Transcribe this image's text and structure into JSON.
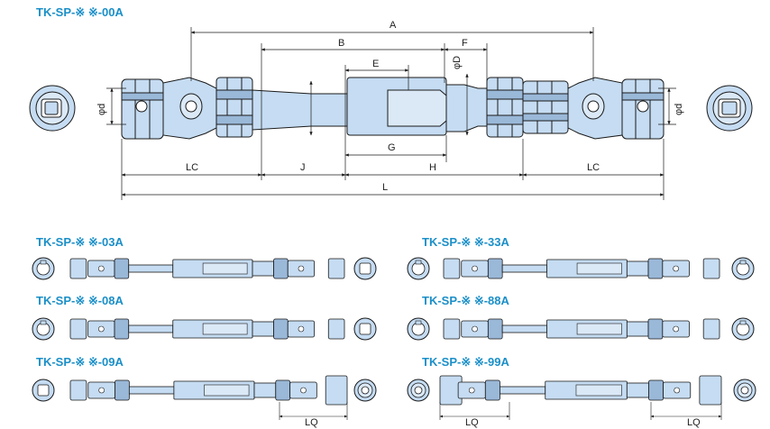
{
  "main": {
    "title": "TK-SP-※ ※-00A",
    "dims": {
      "A": "A",
      "B": "B",
      "E": "E",
      "F": "F",
      "phiD": "φD",
      "phid": "φd",
      "G": "G",
      "H": "H",
      "J": "J",
      "LC": "LC",
      "L": "L"
    }
  },
  "variants": [
    {
      "title": "TK-SP-※ ※-03A"
    },
    {
      "title": "TK-SP-※ ※-33A"
    },
    {
      "title": "TK-SP-※ ※-08A"
    },
    {
      "title": "TK-SP-※ ※-88A"
    },
    {
      "title": "TK-SP-※ ※-09A",
      "lq": "LQ"
    },
    {
      "title": "TK-SP-※ ※-99A",
      "lq": "LQ"
    }
  ],
  "colors": {
    "title": "#1a8fc8",
    "part_fill": "#c5dcf2",
    "part_fill_dark": "#9ab8d8",
    "outline": "#1a1a1a"
  }
}
